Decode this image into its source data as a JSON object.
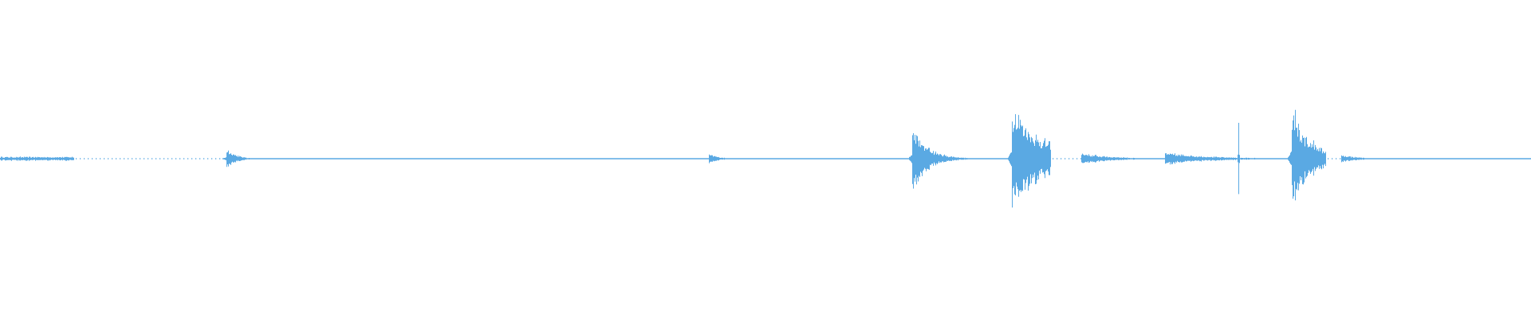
{
  "waveform": {
    "color": "#5aa9e3",
    "duration_fraction_axis": "relative",
    "events": [
      {
        "t": 0.0,
        "amp": 0.02,
        "decay": 0.03,
        "type": "sustain",
        "end": 0.048
      },
      {
        "t": 0.148,
        "amp": 0.11,
        "decay": 0.006,
        "type": "burst"
      },
      {
        "t": 0.463,
        "amp": 0.05,
        "decay": 0.006,
        "type": "burst"
      },
      {
        "t": 0.596,
        "amp": 0.32,
        "decay": 0.01,
        "type": "burst"
      },
      {
        "t": 0.661,
        "amp": 0.55,
        "decay": 0.02,
        "type": "burst"
      },
      {
        "t": 0.761,
        "amp": 0.06,
        "decay": 0.03,
        "type": "burst"
      },
      {
        "t": 0.809,
        "amp": 0.4,
        "decay": 0.001,
        "type": "spike"
      },
      {
        "t": 0.844,
        "amp": 0.55,
        "decay": 0.012,
        "type": "burst"
      }
    ],
    "silent_gaps": [
      [
        0.048,
        0.145
      ],
      [
        0.686,
        0.706
      ],
      [
        0.866,
        0.876
      ]
    ]
  }
}
